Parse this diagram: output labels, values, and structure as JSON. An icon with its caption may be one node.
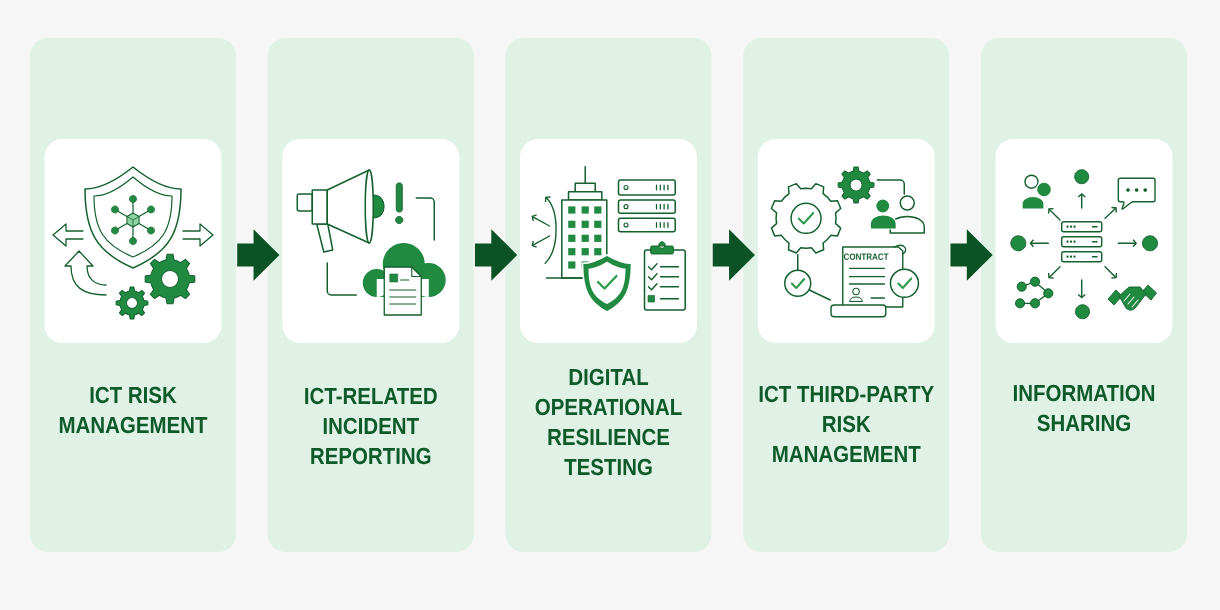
{
  "diagram": {
    "nodes": [
      {
        "text": [
          "ICT RISK MANAGEMENT"
        ]
      },
      {
        "text": [
          "ICT-RELATED INCIDENT REPORTING"
        ]
      },
      {
        "text": [
          "DIGITAL OPERATIONAL RESILIENCE TESTING"
        ]
      },
      {
        "text": [
          "ICT THIRD-PARTY RISK MANAGEMENT"
        ]
      },
      {
        "text": [
          "INFORMATION SHARING"
        ]
      }
    ],
    "edges": [
      {
        "from": 0,
        "to": 1,
        "arrow": "to"
      },
      {
        "from": 1,
        "to": 2,
        "arrow": "to"
      },
      {
        "from": 2,
        "to": 3,
        "arrow": "to"
      },
      {
        "from": 3,
        "to": 4,
        "arrow": "to"
      }
    ],
    "labels": [
      "CONTRACT"
    ]
  }
}
